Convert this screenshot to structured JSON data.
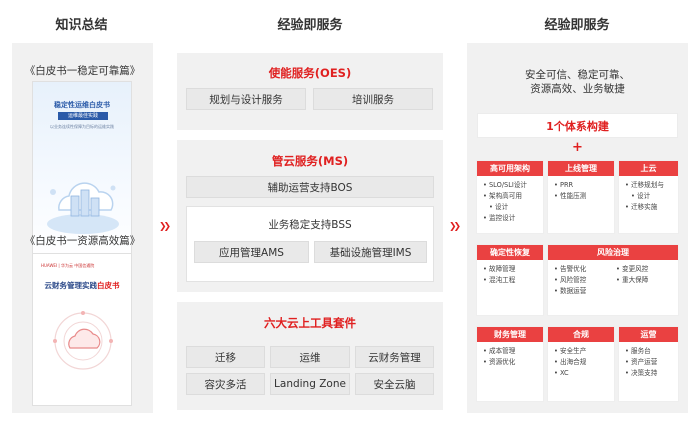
{
  "headers": {
    "left": "知识总结",
    "middle": "经验即服务",
    "right": "经验即服务"
  },
  "left": {
    "book1": {
      "title": "《白皮书一稳定可靠篇》",
      "cover_title": "稳定性运维白皮书",
      "cover_sub": "运维最佳实践",
      "cover_text": "以业务连续性保障为目标的运维实践"
    },
    "book2": {
      "title": "《白皮书一资源高效篇》",
      "brand": "HUAWEI | 华为云 中国信通院",
      "cover_title_a": "云财务管理实践",
      "cover_title_b": "白皮书"
    }
  },
  "middle": {
    "oes": {
      "title": "使能服务(OES)",
      "items": [
        "规划与设计服务",
        "培训服务"
      ]
    },
    "ms": {
      "title": "管云服务(MS)",
      "bos": "辅助运营支持BOS",
      "bss": "业务稳定支持BSS",
      "ams": "应用管理AMS",
      "ims": "基础设施管理IMS"
    },
    "tools": {
      "title": "六大云上工具套件",
      "items": [
        "迁移",
        "运维",
        "云财务管理",
        "容灾多活",
        "Landing Zone",
        "安全云脑"
      ]
    }
  },
  "right": {
    "tagline1": "安全可信、稳定可靠、",
    "tagline2": "资源高效、业务敏捷",
    "system": "1个体系构建",
    "plus": "+",
    "cells": {
      "ha": {
        "title": "高可用架构",
        "items": [
          "SLO/SLI设计",
          "架构高可用",
          "设计",
          "监控设计"
        ]
      },
      "launch": {
        "title": "上线管理",
        "items": [
          "PRR",
          "性能压测"
        ]
      },
      "cloud": {
        "title": "上云",
        "items": [
          "迁移规划与",
          "设计",
          "迁移实施"
        ]
      },
      "dr": {
        "title": "确定性恢复",
        "items": [
          "故障管理",
          "混沌工程"
        ]
      },
      "risk": {
        "title": "风险治理",
        "items_a": [
          "告警优化",
          "风险管控",
          "数据运营"
        ],
        "items_b": [
          "变更风控",
          "重大保障"
        ]
      },
      "fin": {
        "title": "财务管理",
        "items": [
          "成本管理",
          "资源优化"
        ]
      },
      "comp": {
        "title": "合规",
        "items": [
          "安全生产",
          "出海合规",
          "XC"
        ]
      },
      "ops": {
        "title": "运营",
        "items": [
          "服务台",
          "资产运营",
          "决策支持"
        ]
      }
    }
  },
  "colors": {
    "accent": "#e02020",
    "panel": "#f1f1f1",
    "cell_header": "#ea4141"
  },
  "icons": [
    "chevron-double-right-icon",
    "cloud-illustration-icon",
    "huawei-logo-icon"
  ]
}
